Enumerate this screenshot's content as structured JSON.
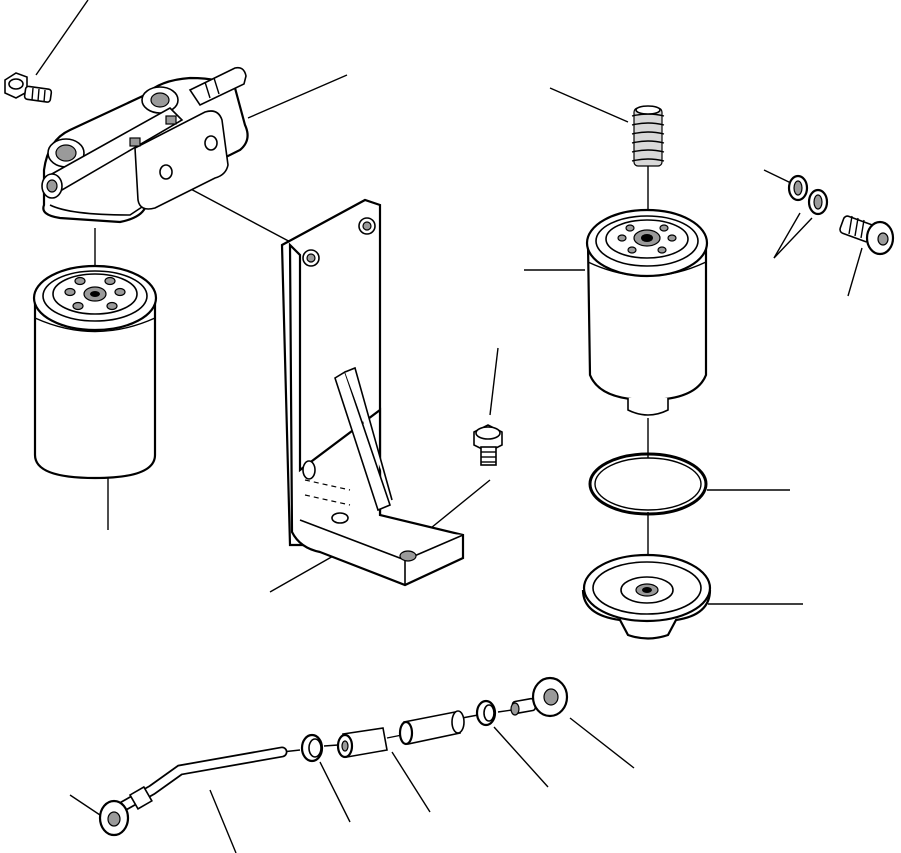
{
  "figure": {
    "kind": "exploded parts diagram",
    "labels": []
  },
  "parts": [
    {
      "id": "bolt-top-left",
      "icon": "hex-bolt-icon"
    },
    {
      "id": "filter-head",
      "icon": "filter-head-icon"
    },
    {
      "id": "filter-cartridge-left",
      "icon": "filter-cartridge-icon"
    },
    {
      "id": "mounting-bracket",
      "icon": "bracket-icon"
    },
    {
      "id": "bolt-bracket",
      "icon": "hex-bolt-icon"
    },
    {
      "id": "spring-plug",
      "icon": "spring-icon"
    },
    {
      "id": "filter-cartridge-right",
      "icon": "filter-cartridge-icon"
    },
    {
      "id": "gasket-rings",
      "icon": "washer-icon"
    },
    {
      "id": "banjo-bolt",
      "icon": "banjo-bolt-icon"
    },
    {
      "id": "o-ring",
      "icon": "o-ring-icon"
    },
    {
      "id": "bowl",
      "icon": "bowl-icon"
    },
    {
      "id": "hose-pipe",
      "icon": "pipe-icon"
    },
    {
      "id": "hose-clamp-1",
      "icon": "clamp-icon"
    },
    {
      "id": "hose-sleeve-1",
      "icon": "hose-icon"
    },
    {
      "id": "hose-sleeve-2",
      "icon": "hose-icon"
    },
    {
      "id": "hose-clamp-2",
      "icon": "clamp-icon"
    },
    {
      "id": "banjo-fitting",
      "icon": "banjo-fitting-icon"
    }
  ]
}
